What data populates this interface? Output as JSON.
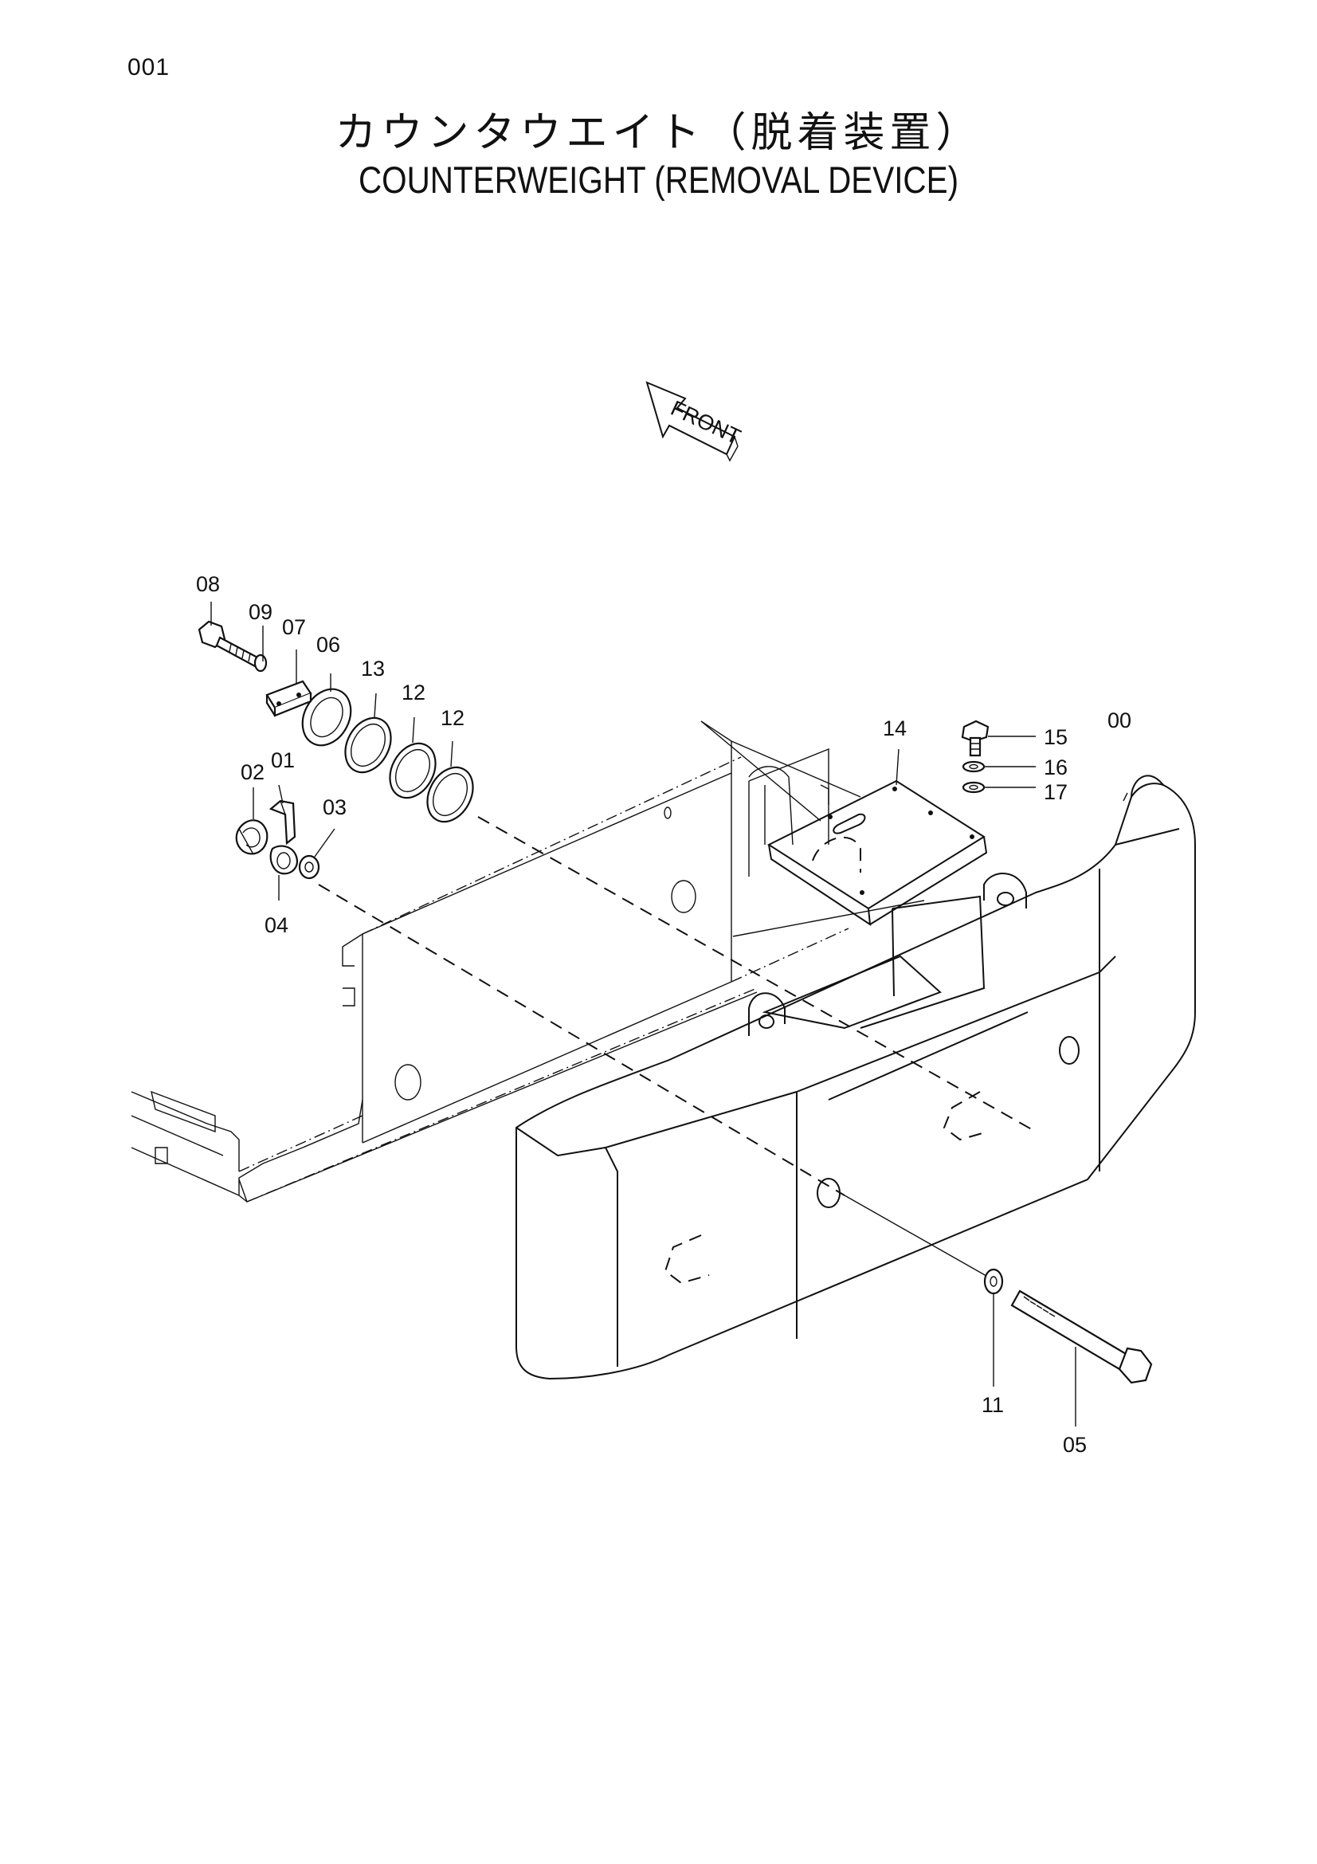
{
  "page_number": "001",
  "title_jp": "カウンタウエイト（脱着装置）",
  "title_en": "COUNTERWEIGHT (REMOVAL DEVICE)",
  "front_label": "FRONT",
  "callouts": {
    "p00": "00",
    "p01": "01",
    "p02": "02",
    "p03": "03",
    "p04": "04",
    "p05": "05",
    "p06": "06",
    "p07": "07",
    "p08": "08",
    "p09": "09",
    "p11": "11",
    "p12a": "12",
    "p12b": "12",
    "p13": "13",
    "p14": "14",
    "p15": "15",
    "p16": "16",
    "p17": "17"
  }
}
